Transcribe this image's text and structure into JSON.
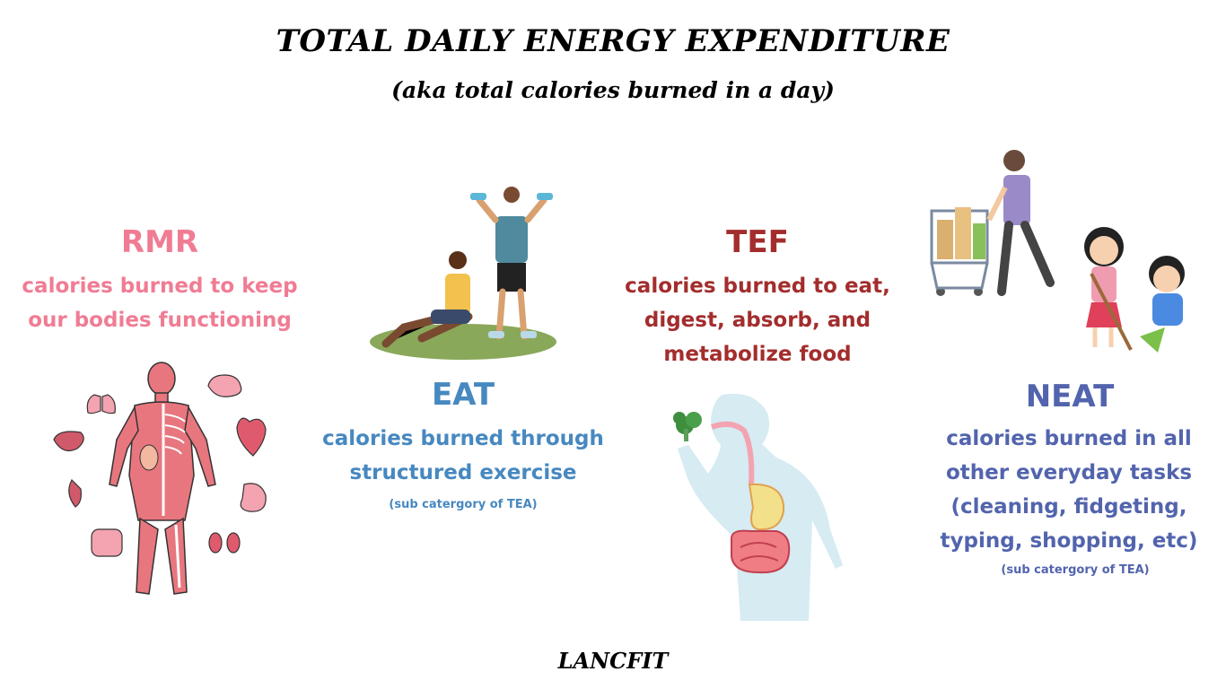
{
  "header": {
    "title": "TOTAL DAILY ENERGY EXPENDITURE",
    "subtitle": "(aka total calories burned in a day)"
  },
  "sections": {
    "rmr": {
      "heading": "RMR",
      "line1": "calories burned to keep",
      "line2": "our bodies functioning",
      "color": "#f07c94"
    },
    "eat": {
      "heading": "EAT",
      "line1": "calories burned through",
      "line2": "structured exercise",
      "note": "(sub catergory of TEA)",
      "color": "#4788c0"
    },
    "tef": {
      "heading": "TEF",
      "line1": "calories burned to eat,",
      "line2": "digest, absorb, and",
      "line3": "metabolize food",
      "color": "#a32d2d"
    },
    "neat": {
      "heading": "NEAT",
      "line1": "calories burned in all",
      "line2": "other everyday tasks",
      "line3": "(cleaning, fidgeting,",
      "line4": "typing, shopping, etc)",
      "note": "(sub catergory of TEA)",
      "color": "#5264ad"
    }
  },
  "illustrations": {
    "rmr": "human-anatomy-organs-icon",
    "eat": "exercising-people-icon",
    "tef": "digestive-system-icon",
    "neat": "family-chores-icon"
  },
  "footer": {
    "brand": "LANCFIT"
  }
}
